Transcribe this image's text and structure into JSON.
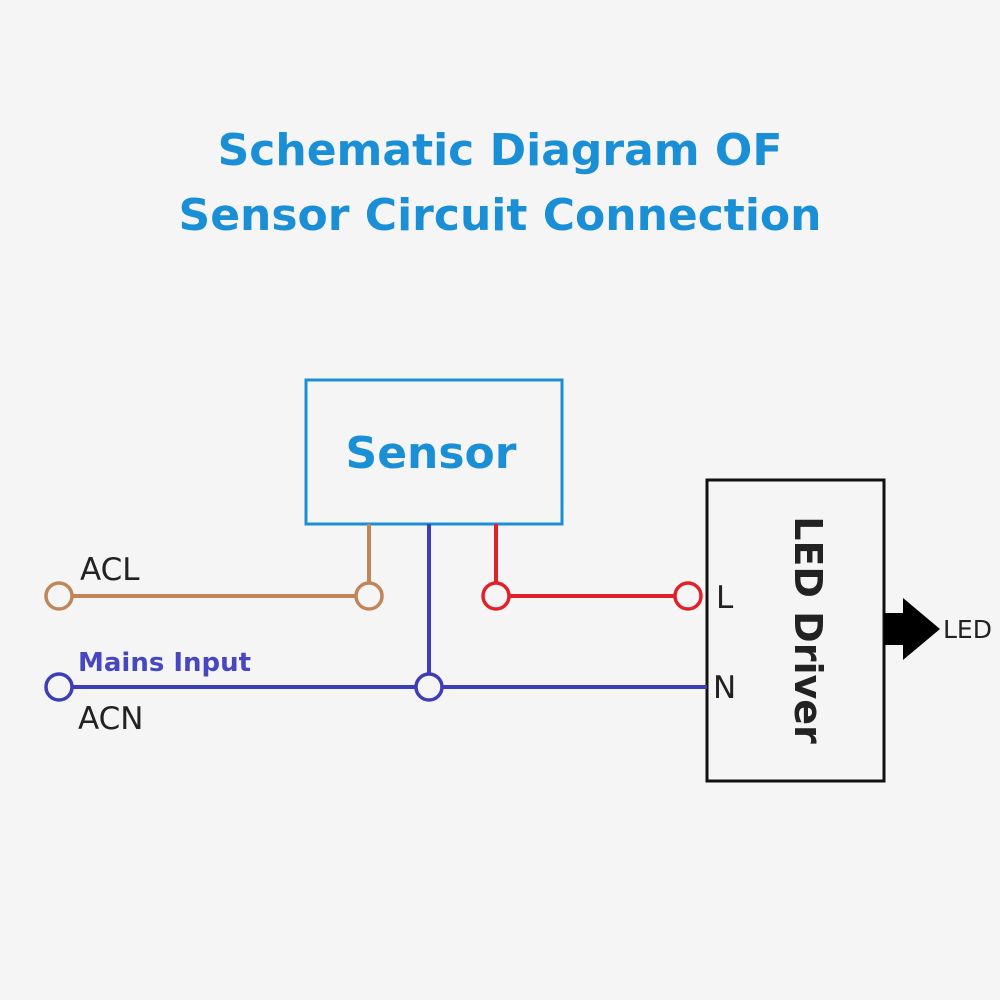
{
  "title": {
    "line1": "Schematic Diagram OF",
    "line2": "Sensor Circuit Connection"
  },
  "components": {
    "sensor": "Sensor",
    "driver": "LED Driver"
  },
  "terminals": {
    "acl": "ACL",
    "acn": "ACN",
    "mains": "Mains Input",
    "l": "L",
    "n": "N",
    "led": "LED"
  },
  "colors": {
    "title": "#1a8fd6",
    "live_wire": "#c0865a",
    "neutral_wire": "#3d3db8",
    "switched_wire": "#e0212c",
    "driver_outline": "#111111"
  }
}
